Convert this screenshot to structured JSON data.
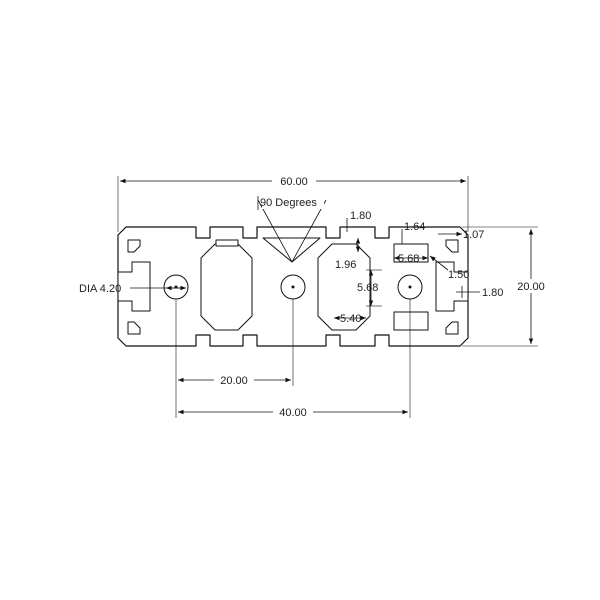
{
  "drawing": {
    "overall_width": "60.00",
    "overall_height": "20.00",
    "angle": "90 Degrees",
    "hole_diameter": "DIA 4.20",
    "pitch_single": "20.00",
    "pitch_double": "40.00",
    "slot_opening": "1.80",
    "slot_depth": "1.96",
    "slot_lip": "1.64",
    "corner_offset": "1.07",
    "inner_width": "5.68",
    "inner_height": "5.68",
    "bottom_gap": "5.40",
    "chamfer": "1.50",
    "wall_thickness": "1.80"
  },
  "colors": {
    "line": "#111111",
    "background": "#ffffff"
  }
}
